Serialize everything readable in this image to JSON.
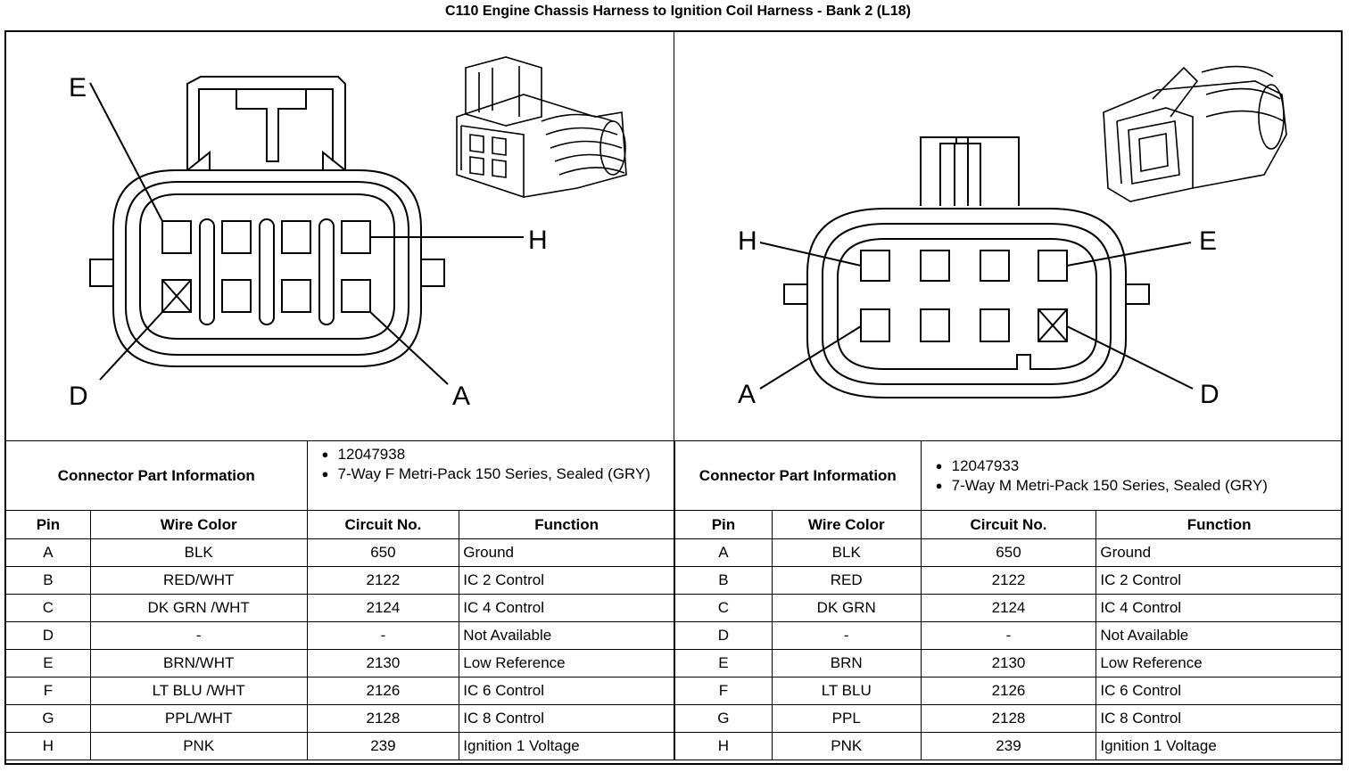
{
  "title": "C110 Engine Chassis Harness to Ignition Coil Harness - Bank 2 (L18)",
  "left": {
    "labels": {
      "e": "E",
      "h": "H",
      "d": "D",
      "a": "A"
    },
    "info_label": "Connector Part Information",
    "info_items": [
      "12047938",
      "7-Way F Metri-Pack 150 Series, Sealed (GRY)"
    ],
    "headers": {
      "pin": "Pin",
      "wire": "Wire Color",
      "circuit": "Circuit No.",
      "function": "Function"
    },
    "rows": [
      {
        "pin": "A",
        "wire": "BLK",
        "circuit": "650",
        "function": "Ground"
      },
      {
        "pin": "B",
        "wire": "RED/WHT",
        "circuit": "2122",
        "function": "IC 2 Control"
      },
      {
        "pin": "C",
        "wire": "DK GRN /WHT",
        "circuit": "2124",
        "function": "IC 4 Control"
      },
      {
        "pin": "D",
        "wire": "-",
        "circuit": "-",
        "function": "Not Available"
      },
      {
        "pin": "E",
        "wire": "BRN/WHT",
        "circuit": "2130",
        "function": "Low Reference"
      },
      {
        "pin": "F",
        "wire": "LT BLU /WHT",
        "circuit": "2126",
        "function": "IC 6 Control"
      },
      {
        "pin": "G",
        "wire": "PPL/WHT",
        "circuit": "2128",
        "function": "IC 8 Control"
      },
      {
        "pin": "H",
        "wire": "PNK",
        "circuit": "239",
        "function": "Ignition 1 Voltage"
      }
    ]
  },
  "right": {
    "labels": {
      "h": "H",
      "e": "E",
      "a": "A",
      "d": "D"
    },
    "info_label": "Connector Part Information",
    "info_items": [
      "12047933",
      "7-Way M Metri-Pack 150 Series, Sealed (GRY)"
    ],
    "headers": {
      "pin": "Pin",
      "wire": "Wire Color",
      "circuit": "Circuit No.",
      "function": "Function"
    },
    "rows": [
      {
        "pin": "A",
        "wire": "BLK",
        "circuit": "650",
        "function": "Ground"
      },
      {
        "pin": "B",
        "wire": "RED",
        "circuit": "2122",
        "function": "IC 2 Control"
      },
      {
        "pin": "C",
        "wire": "DK GRN",
        "circuit": "2124",
        "function": "IC 4 Control"
      },
      {
        "pin": "D",
        "wire": "-",
        "circuit": "-",
        "function": "Not Available"
      },
      {
        "pin": "E",
        "wire": "BRN",
        "circuit": "2130",
        "function": "Low Reference"
      },
      {
        "pin": "F",
        "wire": "LT BLU",
        "circuit": "2126",
        "function": "IC 6 Control"
      },
      {
        "pin": "G",
        "wire": "PPL",
        "circuit": "2128",
        "function": "IC 8 Control"
      },
      {
        "pin": "H",
        "wire": "PNK",
        "circuit": "239",
        "function": "Ignition 1 Voltage"
      }
    ]
  }
}
